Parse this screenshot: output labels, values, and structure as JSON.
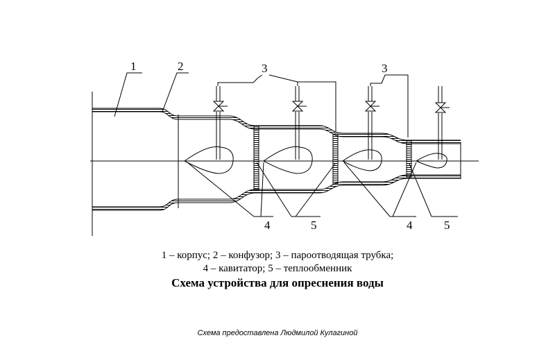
{
  "diagram": {
    "labels": {
      "housing": "1",
      "confuser": "2",
      "steam_tube_a": "3",
      "steam_tube_b": "3",
      "cavitator_a": "4",
      "exchanger_a": "5",
      "cavitator_b": "4",
      "exchanger_b": "5"
    }
  },
  "caption": {
    "legend_line1": "1 – корпус; 2 – конфузор; 3 – пароотводящая трубка;",
    "legend_line2": "4 – кавитатор; 5 – теплообменник",
    "title": "Схема устройства для опреснения воды"
  },
  "credit": "Схема предоставлена Людмилой Кулагиной",
  "colors": {
    "ink": "#000000",
    "background": "#ffffff"
  }
}
